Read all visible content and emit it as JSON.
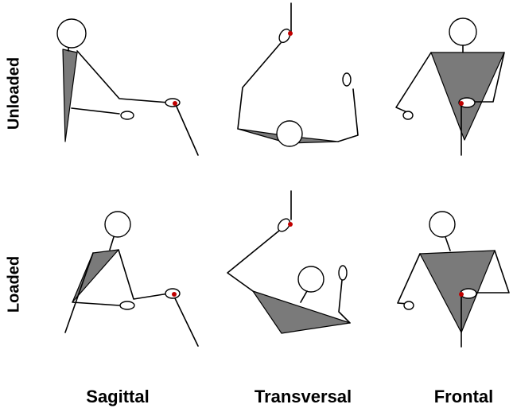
{
  "rows": [
    {
      "label": "Unloaded"
    },
    {
      "label": "Loaded"
    }
  ],
  "columns": [
    {
      "label": "Sagittal"
    },
    {
      "label": "Transversal"
    },
    {
      "label": "Frontal"
    }
  ],
  "colors": {
    "trunk_fill": "#7a7a7a",
    "marker": "#c00000",
    "line": "#000000"
  }
}
